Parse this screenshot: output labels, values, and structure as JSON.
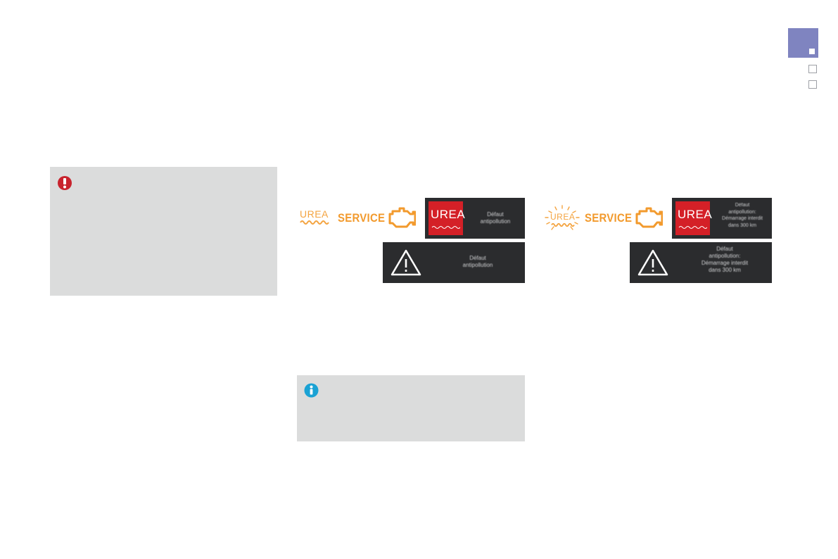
{
  "colors": {
    "nav_active": "#7f84c0",
    "note_background": "#dbdcdc",
    "warning_red": "#c8232d",
    "info_blue": "#1aa2d4",
    "warning_light_orange": "#f29a2d",
    "display_dark": "#2b2c2e",
    "display_red": "#d42027"
  },
  "nav": {
    "icons": [
      "current-page-marker",
      "page-marker",
      "page-marker"
    ]
  },
  "warning_note": {
    "icon": "exclamation-warning-icon"
  },
  "info_note": {
    "icon": "info-icon"
  },
  "display_left": {
    "urea_label": "UREA",
    "service_label": "SERVICE",
    "engine_icon": "engine-warning-icon",
    "panel_red_tile": "UREA",
    "panel_message": "Défaut\nantipollution",
    "alert_message": "Défaut\nantipollution"
  },
  "display_right": {
    "urea_label": "UREA",
    "service_label": "SERVICE",
    "engine_icon": "engine-warning-icon",
    "panel_red_tile": "UREA",
    "panel_message": "Défaut\nantipollution:\nDémarrage interdit\ndans 300 km",
    "alert_message": "Défaut\nantipollution:\nDémarrage interdit\ndans 300 km"
  }
}
